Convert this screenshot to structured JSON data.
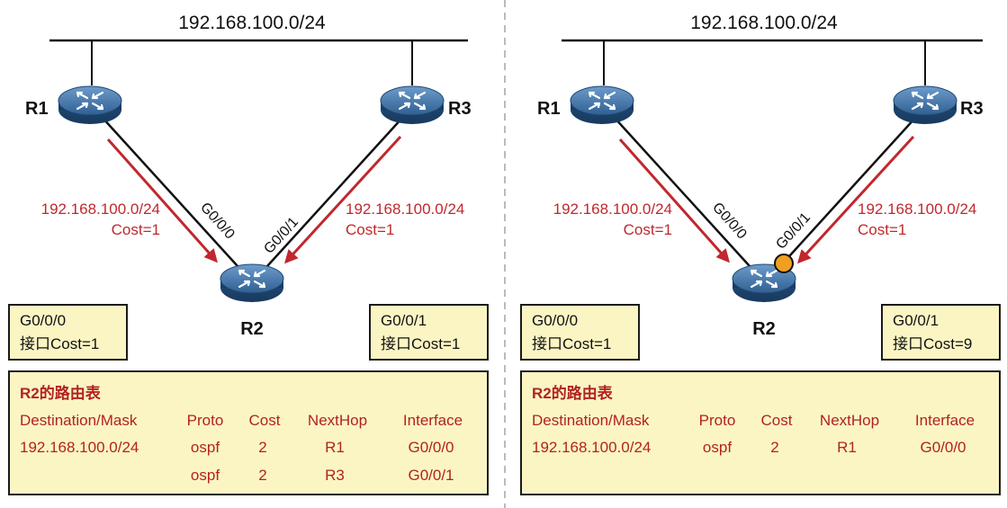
{
  "panels": [
    {
      "network": "192.168.100.0/24",
      "routers": {
        "r1": "R1",
        "r2": "R2",
        "r3": "R3"
      },
      "adv_left": {
        "net": "192.168.100.0/24",
        "cost": "Cost=1"
      },
      "adv_right": {
        "net": "192.168.100.0/24",
        "cost": "Cost=1"
      },
      "port_left": "G0/0/0",
      "port_right": "G0/0/1",
      "cost_changed": false,
      "box_left": {
        "iface": "G0/0/0",
        "cost": "接口Cost=1"
      },
      "box_right": {
        "iface": "G0/0/1",
        "cost": "接口Cost=1"
      },
      "route_table": {
        "title": "R2的路由表",
        "headers": [
          "Destination/Mask",
          "Proto",
          "Cost",
          "NextHop",
          "Interface"
        ],
        "rows": [
          [
            "192.168.100.0/24",
            "ospf",
            "2",
            "R1",
            "G0/0/0"
          ],
          [
            "",
            "ospf",
            "2",
            "R3",
            "G0/0/1"
          ]
        ]
      }
    },
    {
      "network": "192.168.100.0/24",
      "routers": {
        "r1": "R1",
        "r2": "R2",
        "r3": "R3"
      },
      "adv_left": {
        "net": "192.168.100.0/24",
        "cost": "Cost=1"
      },
      "adv_right": {
        "net": "192.168.100.0/24",
        "cost": "Cost=1"
      },
      "port_left": "G0/0/0",
      "port_right": "G0/0/1",
      "cost_changed": true,
      "box_left": {
        "iface": "G0/0/0",
        "cost": "接口Cost=1"
      },
      "box_right": {
        "iface": "G0/0/1",
        "cost": "接口Cost=9"
      },
      "route_table": {
        "title": "R2的路由表",
        "headers": [
          "Destination/Mask",
          "Proto",
          "Cost",
          "NextHop",
          "Interface"
        ],
        "rows": [
          [
            "192.168.100.0/24",
            "ospf",
            "2",
            "R1",
            "G0/0/0"
          ]
        ]
      }
    }
  ],
  "colors": {
    "advert_arrow": "#c0282d",
    "router_body": "#3b6e9e",
    "box_fill": "#fbf5c4",
    "cost_marker": "#f0a020"
  }
}
